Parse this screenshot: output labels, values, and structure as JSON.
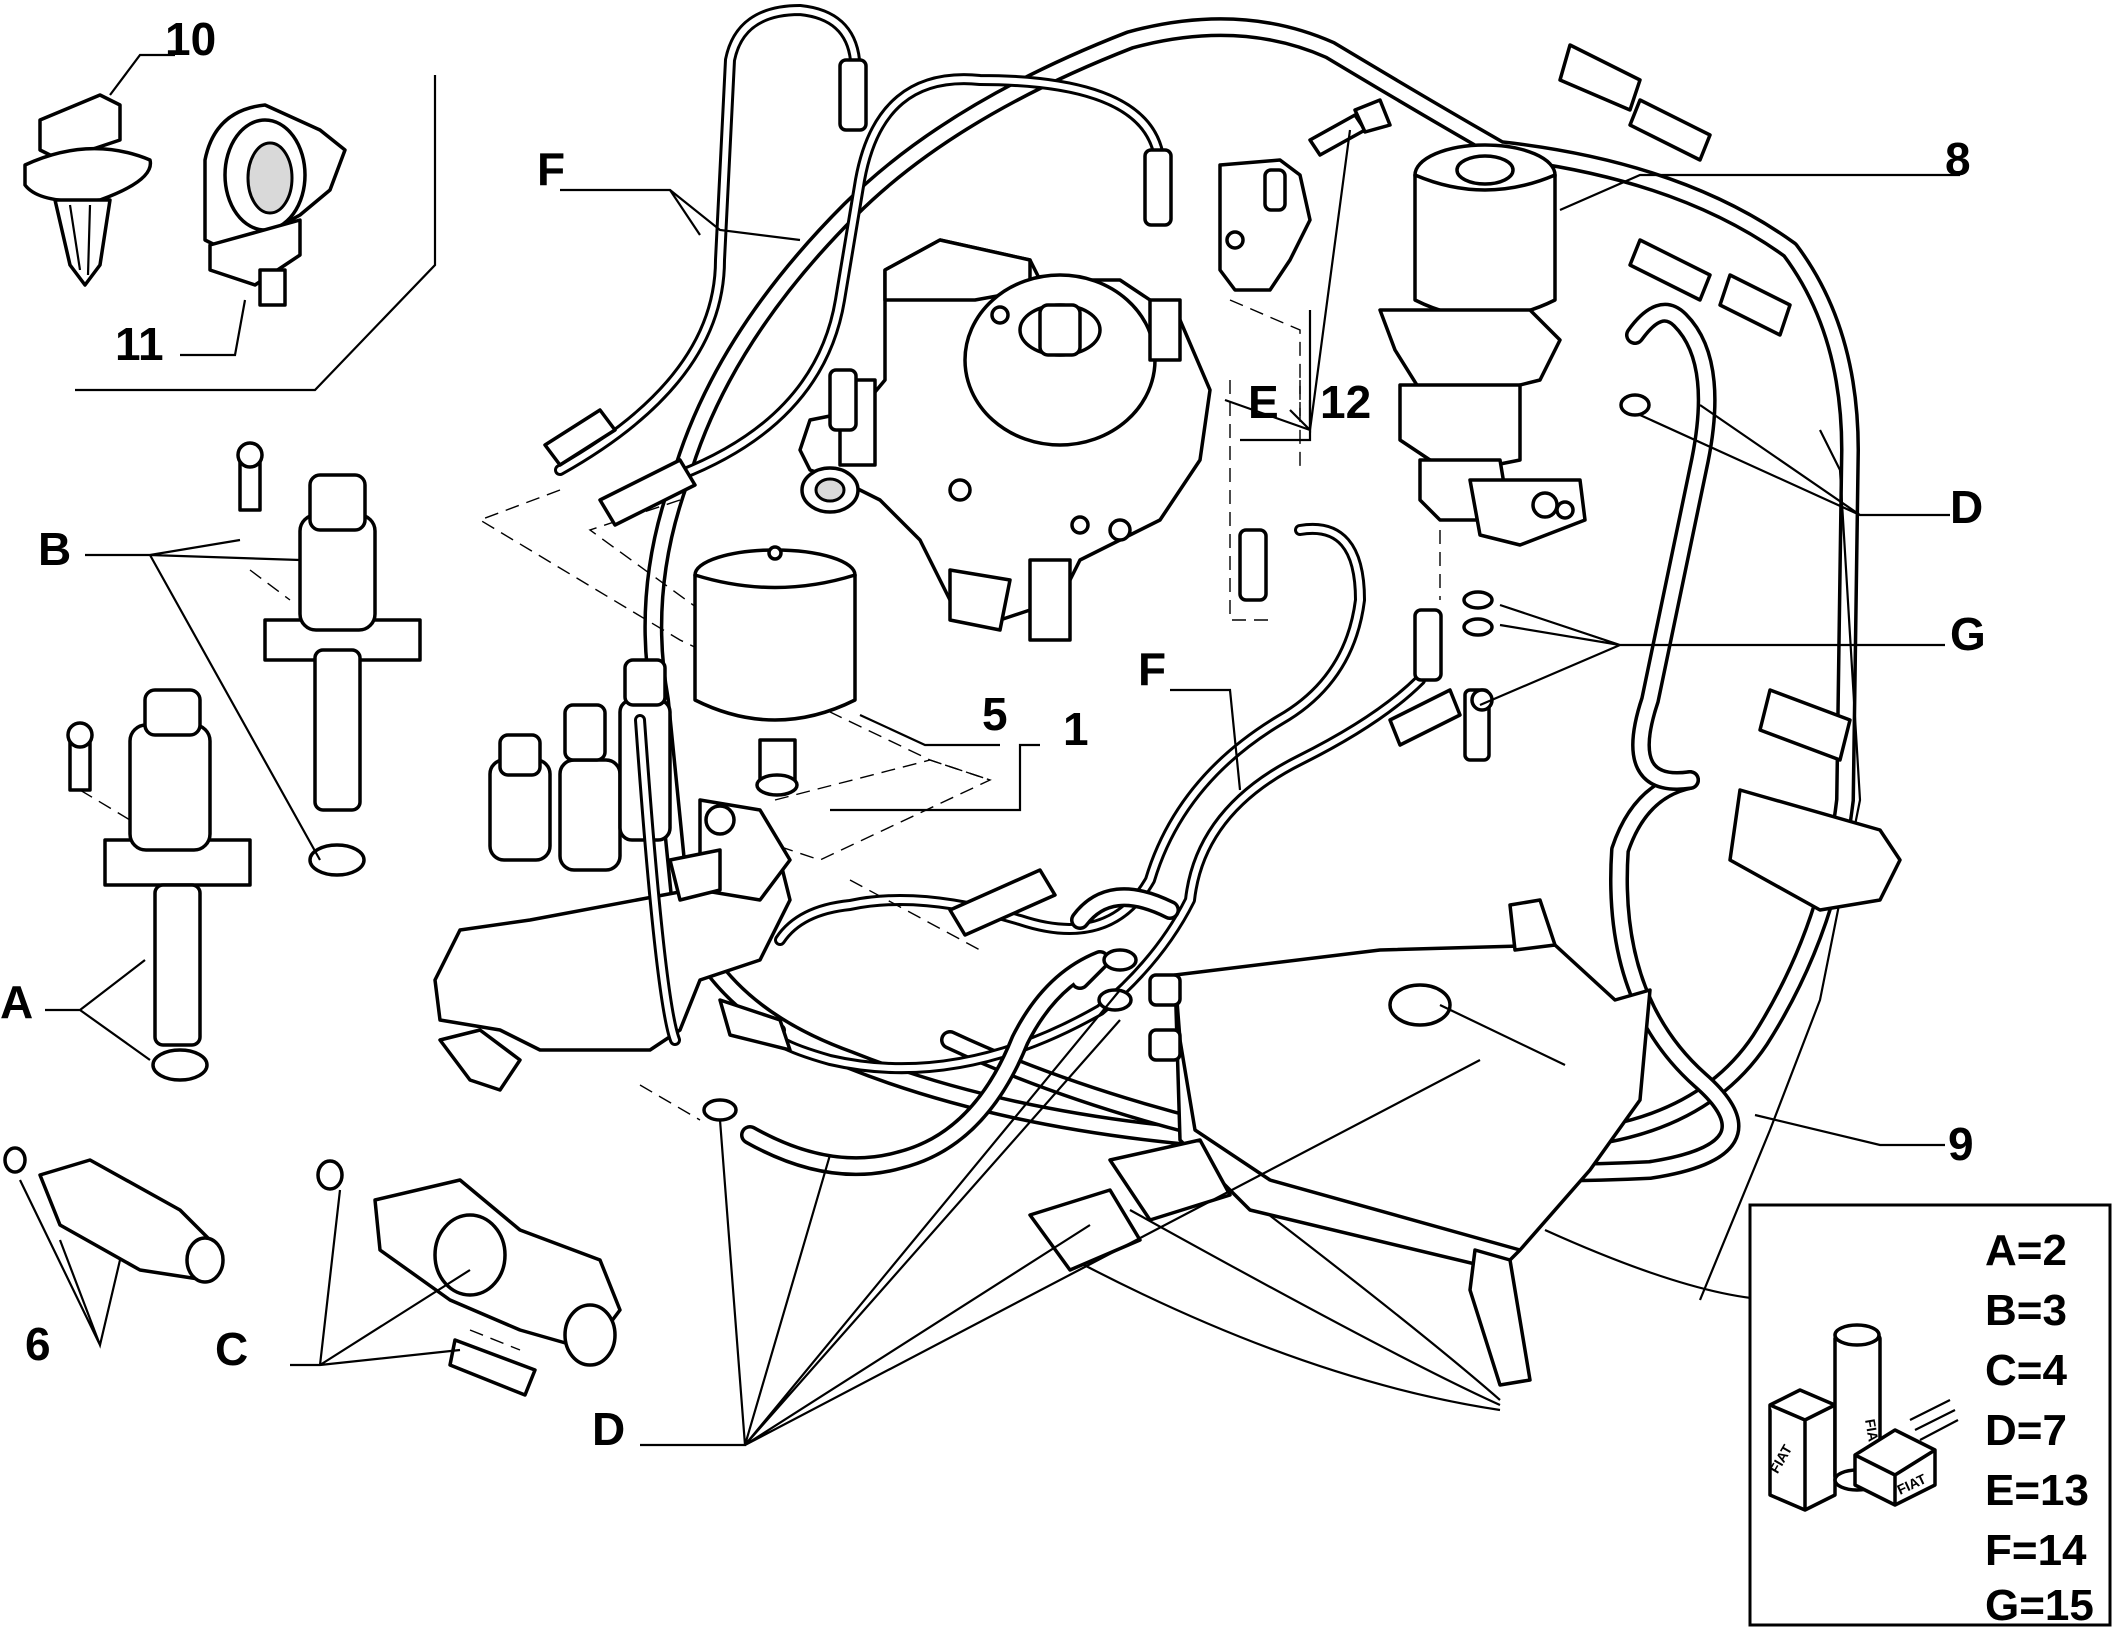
{
  "labels": {
    "l10": "10",
    "l11": "11",
    "lF1": "F",
    "lB": "B",
    "lA": "A",
    "l6": "6",
    "lC": "C",
    "lD1": "D",
    "lE": "E",
    "l12": "12",
    "l5": "5",
    "l1": "1",
    "lF2": "F",
    "l8": "8",
    "lD2": "D",
    "lG": "G",
    "l9": "9"
  },
  "legend": [
    {
      "text": "A=2"
    },
    {
      "text": "B=3"
    },
    {
      "text": "C=4"
    },
    {
      "text": "D=7"
    },
    {
      "text": "E=13"
    },
    {
      "text": "F=14"
    },
    {
      "text": "G=15"
    }
  ],
  "icons": {
    "legend_icon": "parts-boxes-icon",
    "box_marks": [
      "FIAT",
      "FIAT",
      "FIAT"
    ]
  }
}
